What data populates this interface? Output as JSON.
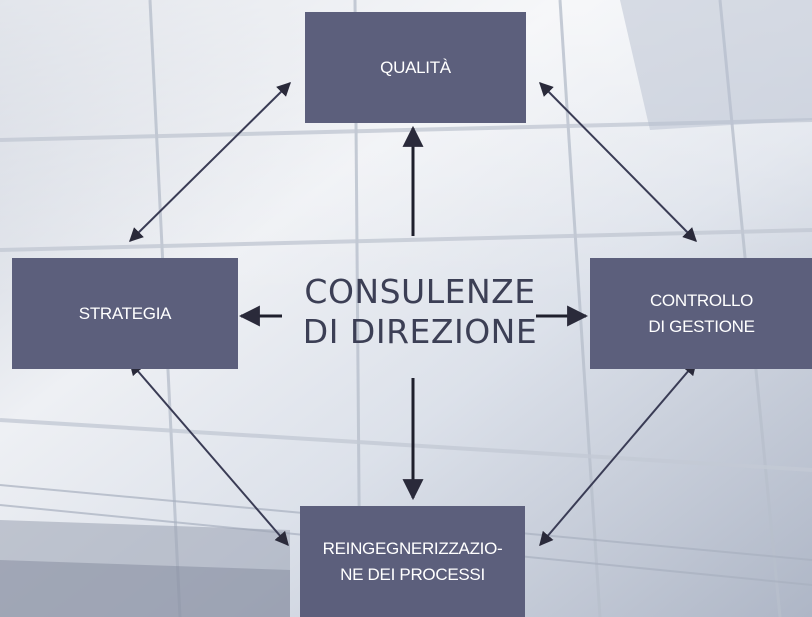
{
  "diagram": {
    "center": {
      "line1": "CONSULENZE",
      "line2": "DI DIREZIONE"
    },
    "nodes": {
      "top": {
        "label": "QUALITÀ"
      },
      "left": {
        "label": "STRATEGIA"
      },
      "right": {
        "line1": "CONTROLLO",
        "line2": "DI GESTIONE"
      },
      "bottom": {
        "line1": "REINGEGNERIZZAZIO-",
        "line2": "NE DEI PROCESSI"
      }
    },
    "colors": {
      "box": "#5c5f7c",
      "box_text": "#ffffff",
      "center_text": "#3c3f55",
      "arrow": "#2a2a3a",
      "background": "#dfe3ea"
    }
  }
}
